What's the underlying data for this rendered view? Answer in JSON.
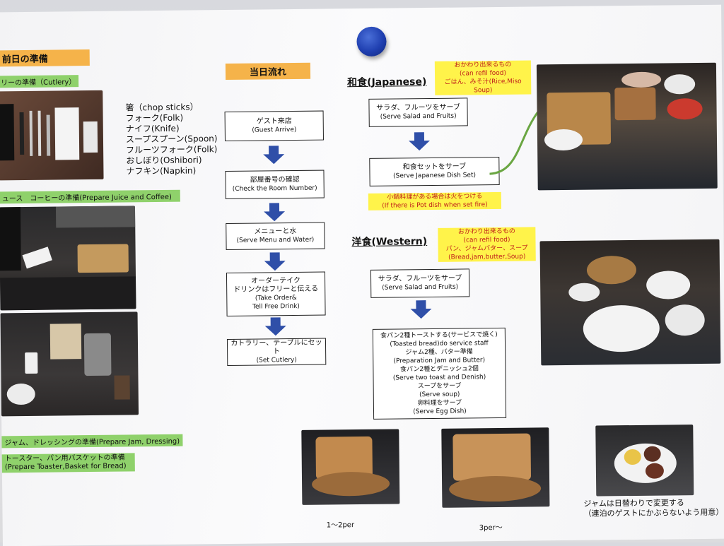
{
  "pre_day": {
    "title": "前日の準備",
    "cutlery_label": "リーの準備（Cutlery）",
    "cutlery_items": [
      "箸（chop sticks）",
      "フォーク(Folk)",
      "ナイフ(Knife)",
      "スープスプーン(Spoon)",
      "フルーツフォーク(Folk)",
      "おしぼり(Oshibori)",
      "ナフキン(Napkin)"
    ],
    "juice_label": "ュース　コーヒーの準備(Prepare Juice and Coffee)",
    "jam_label": "ジャム、ドレッシングの準備(Prepare Jam, Dressing)",
    "toaster_label": "トースター、パン用バスケットの準備",
    "toaster_label_en": "(Prepare Toaster,Basket for Bread)"
  },
  "day_flow": {
    "title": "当日流れ",
    "steps": [
      {
        "jp": "ゲスト来店",
        "en": "(Guest Arrive)"
      },
      {
        "jp": "部屋番号の確認",
        "en": "(Check the Room Number)"
      },
      {
        "jp": "メニューと水",
        "en": "(Serve Menu and Water)"
      },
      {
        "jp": "オーダーテイク\nドリンクはフリーと伝える",
        "en": "(Take Order&\nTell Free Drink)"
      },
      {
        "jp": "カトラリー、テーブルにセット",
        "en": "(Set Cutlery)"
      }
    ]
  },
  "japanese": {
    "title": "和食(Japanese)",
    "refill_lines": [
      "おかわり出来るもの",
      "(can refil food)",
      "ごはん、みそ汁(Rice,Miso Soup)"
    ],
    "step1_jp": "サラダ、フルーツをサーブ",
    "step1_en": "(Serve Salad and Fruits)",
    "step2_jp": "和食セットをサーブ",
    "step2_en": "(Serve Japanese Dish Set)",
    "pot_note_jp": "小鍋料理がある場合は火をつける",
    "pot_note_en": "(If there is Pot dish when set fire)"
  },
  "western": {
    "title": "洋食(Western)",
    "refill_lines": [
      "おかわり出来るもの",
      "(can refil food)",
      "パン、ジャムバター、スープ",
      "(Bread,jam,butter,Soup)"
    ],
    "step1_jp": "サラダ、フルーツをサーブ",
    "step1_en": "(Serve Salad and Fruits)",
    "step2_lines": [
      "食パン2種トーストする(サービスで焼く)",
      "(Toasted bread)do service staff",
      "ジャム2種、バター準備",
      "(Preparation Jam and Butter)",
      "食パン2種とデニッシュ2個",
      "(Serve two toast and Denish)",
      "スープをサーブ",
      "(Serve soup)",
      "卵料理をサーブ",
      "(Serve Egg Dish)"
    ]
  },
  "bottom": {
    "per_small": "1～2per",
    "per_large": "3per～",
    "jam_note_1": "ジャムは日替わりで変更する",
    "jam_note_2": "（連泊のゲストにかぶらないよう用意）"
  },
  "colors": {
    "orange": "#f5b34a",
    "green": "#8fd16b",
    "yellow": "#fff34a",
    "arrow_blue": "#2f4fa8",
    "curve_green": "#6aa642"
  }
}
